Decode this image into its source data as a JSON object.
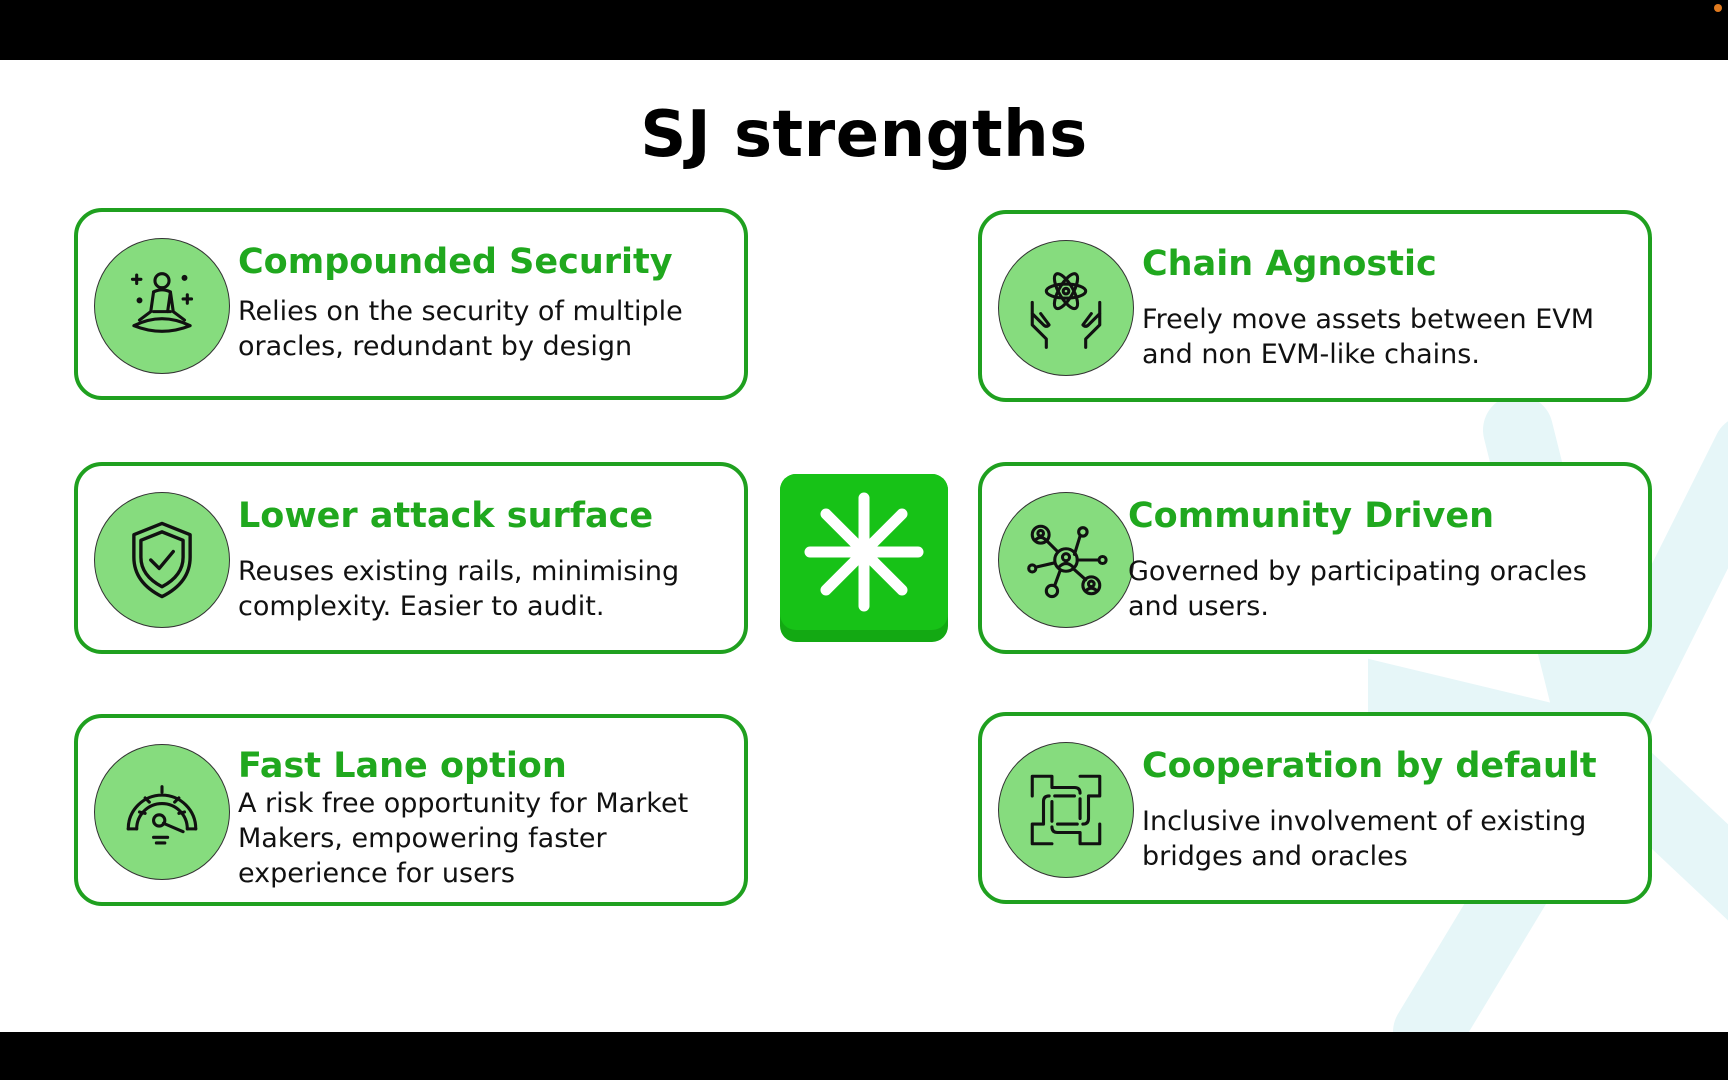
{
  "slide": {
    "title": "SJ strengths"
  },
  "colors": {
    "accent_green": "#20a81e",
    "icon_fill": "#86dc7e",
    "logo_green": "#17c217"
  },
  "cards": [
    {
      "title": "Compounded Security",
      "text": "Relies on the security of multiple oracles, redundant by design",
      "icon": "meditation-icon"
    },
    {
      "title": "Chain Agnostic",
      "text": "Freely move assets between EVM and non EVM-like chains.",
      "icon": "atom-hands-icon"
    },
    {
      "title": "Lower attack surface",
      "text": "Reuses existing rails, minimising complexity. Easier to audit.",
      "icon": "shield-check-icon"
    },
    {
      "title": "Community Driven",
      "text": "Governed by participating oracles and users.",
      "icon": "community-network-icon"
    },
    {
      "title": "Fast Lane option",
      "text": "A risk free opportunity for Market Makers, empowering faster experience for users",
      "icon": "speedometer-icon"
    },
    {
      "title": "Cooperation by default",
      "text": "Inclusive involvement of existing bridges and oracles",
      "icon": "hands-cooperation-icon"
    }
  ],
  "center_logo": {
    "icon": "asterisk-logo-icon"
  }
}
